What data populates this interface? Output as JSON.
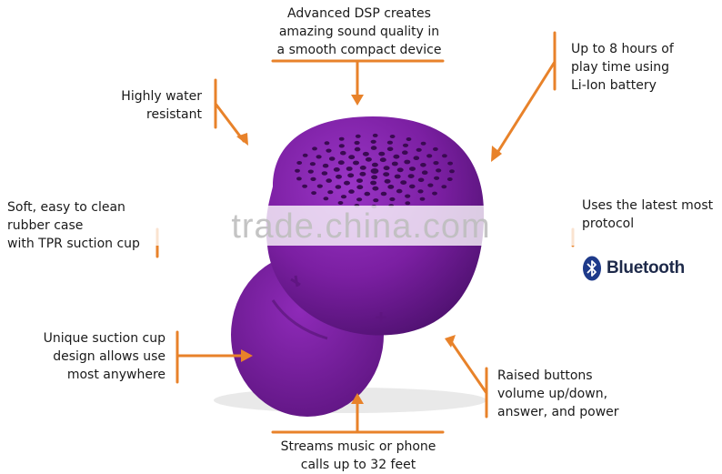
{
  "callouts": {
    "dsp": "Advanced DSP creates\namazing sound quality in\na smooth compact device",
    "battery": "Up to 8 hours of\nplay time using\nLi-Ion battery",
    "water": "Highly water\nresistant",
    "soft": "Soft, easy to clean\nrubber case\nwith TPR suction cup",
    "latest": "Uses the latest most\nprotocol",
    "suction": "Unique suction cup\ndesign allows use\nmost anywhere",
    "buttons": "Raised buttons\nvolume up/down,\nanswer, and power",
    "streams": "Streams music or phone\ncalls up to 32 feet"
  },
  "bluetooth_logo": "Bluetooth",
  "watermark": "trade.china.com",
  "colors": {
    "accent": "#e8822a",
    "product": "#7b1fa2",
    "product_dark": "#4a0f66",
    "text": "#1a1a1a"
  }
}
